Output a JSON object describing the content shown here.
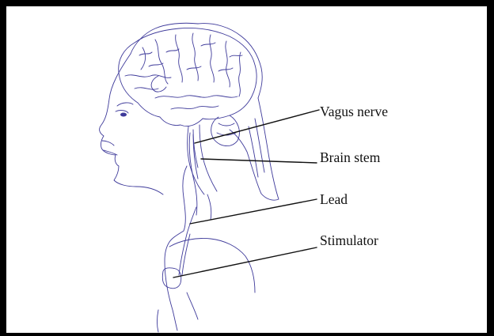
{
  "diagram": {
    "labels": {
      "vagus_nerve": "Vagus nerve",
      "brain_stem": "Brain stem",
      "lead": "Lead",
      "stimulator": "Stimulator"
    },
    "colors": {
      "sketch": "#3e3a9a",
      "leader": "#111111",
      "frame": "#000000"
    }
  }
}
